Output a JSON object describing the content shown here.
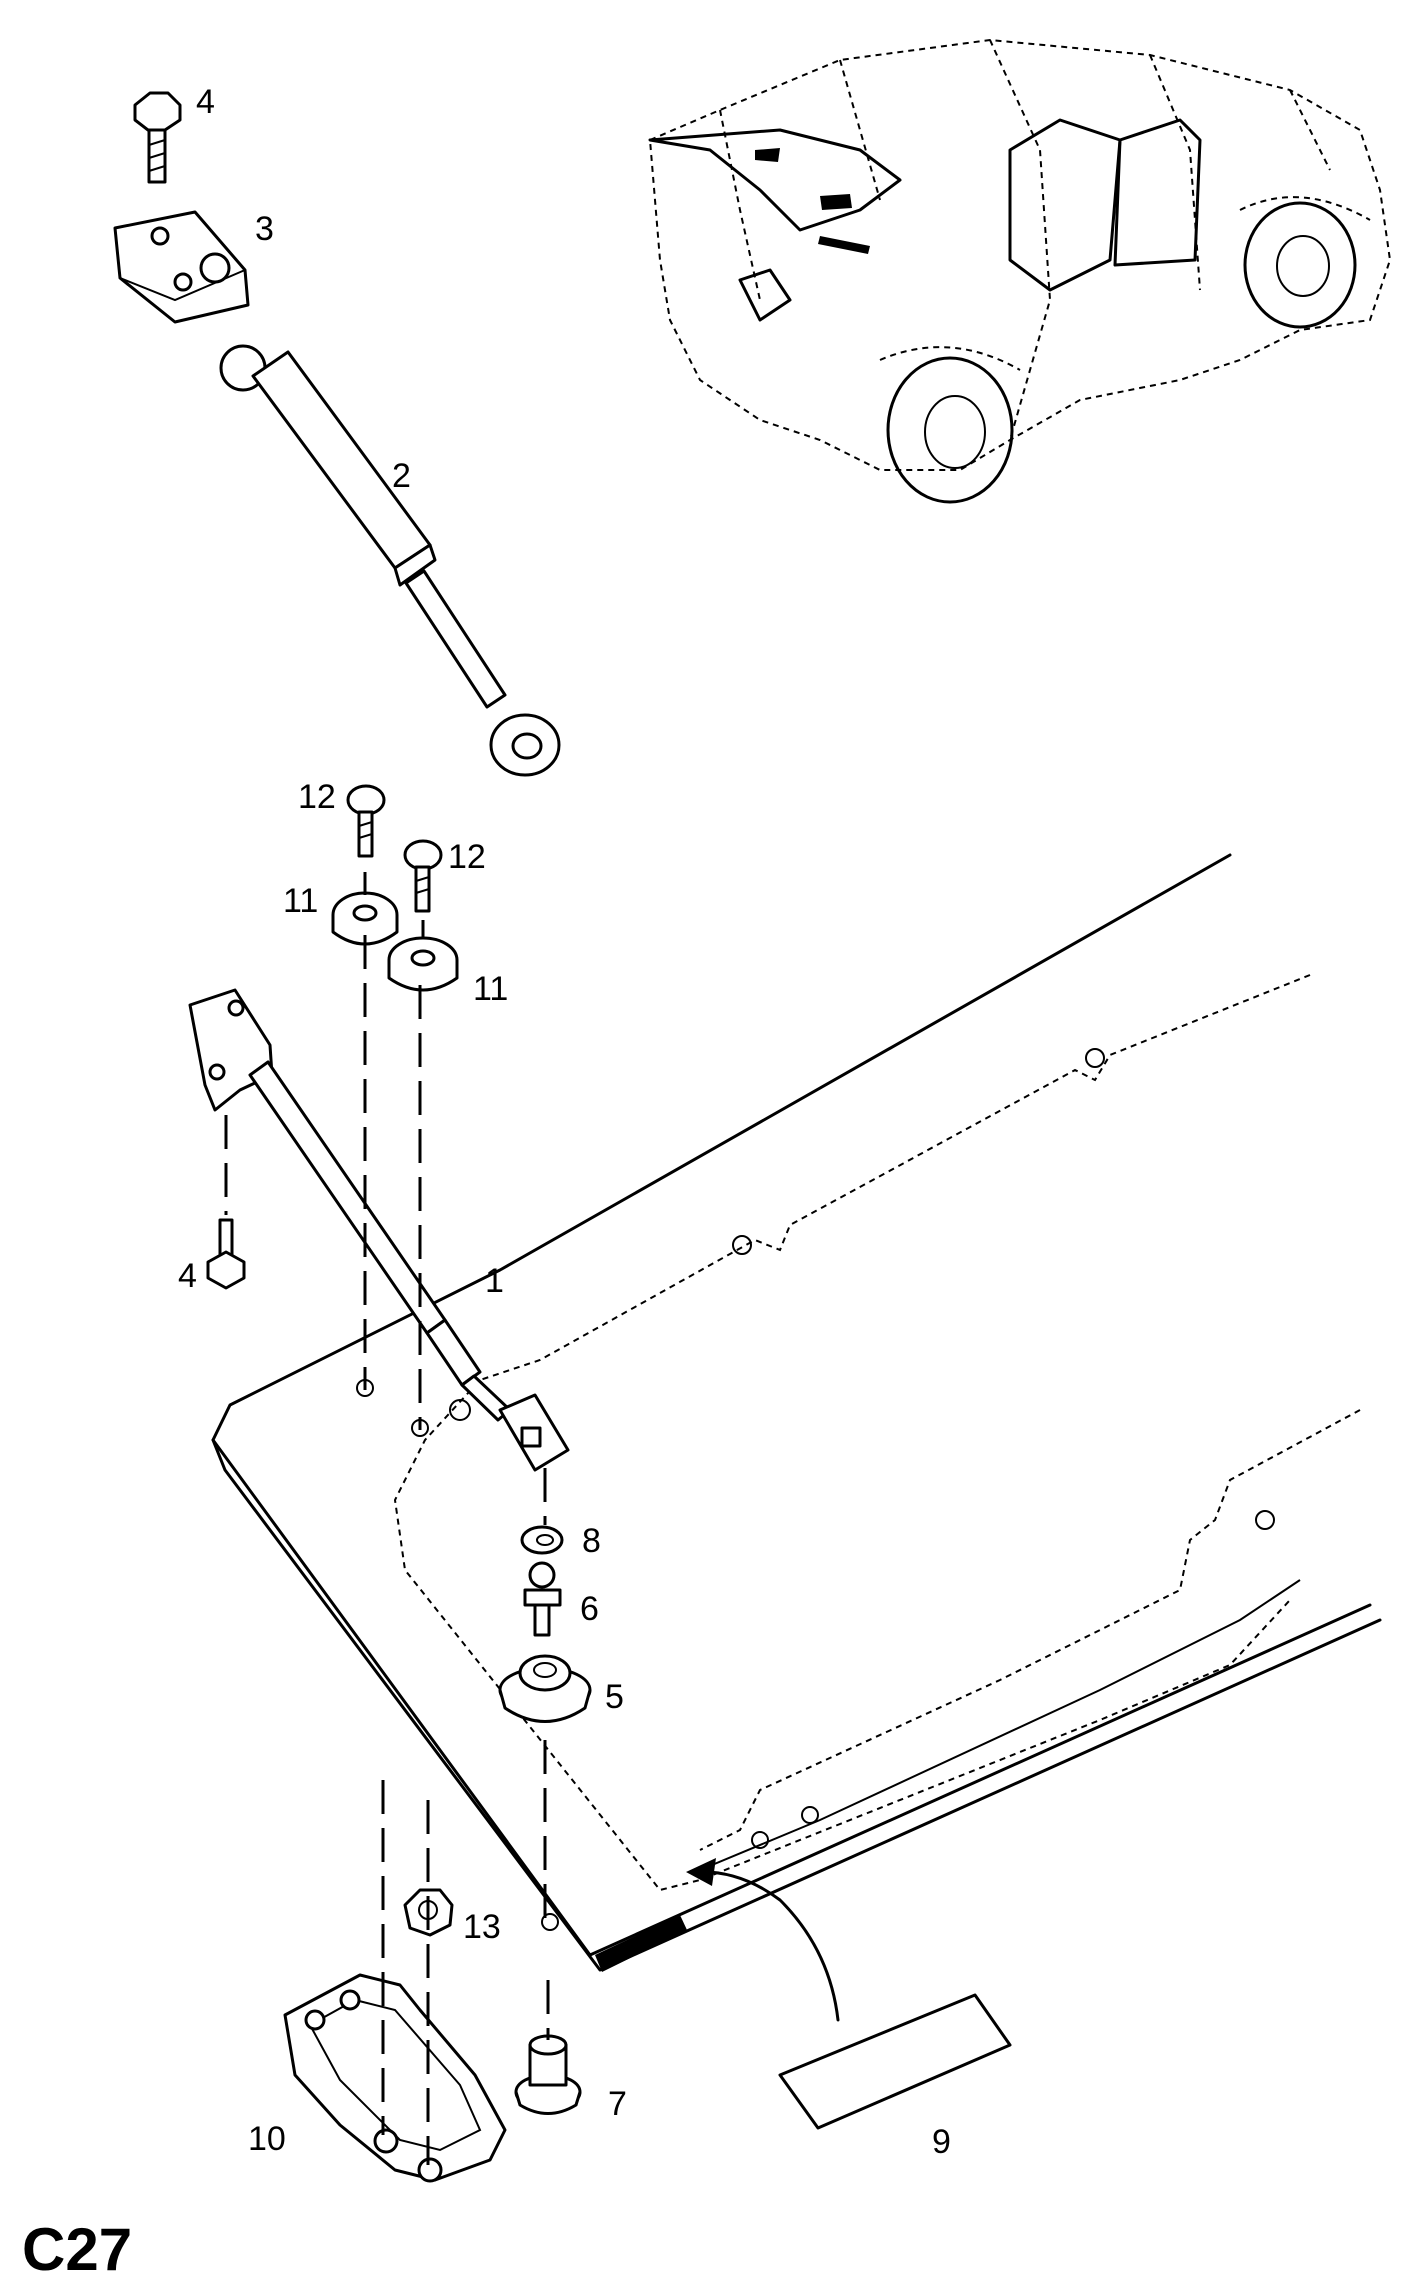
{
  "diagram": {
    "page_code": "C27",
    "callouts": {
      "c1": "1",
      "c2": "2",
      "c3": "3",
      "c4a": "4",
      "c4b": "4",
      "c5": "5",
      "c6": "6",
      "c7": "7",
      "c8": "8",
      "c9": "9",
      "c10": "10",
      "c11a": "11",
      "c11b": "11",
      "c12a": "12",
      "c12b": "12",
      "c13": "13"
    }
  },
  "colors": {
    "ink": "#000000",
    "background": "#ffffff",
    "shade": "#bdbdbd"
  }
}
